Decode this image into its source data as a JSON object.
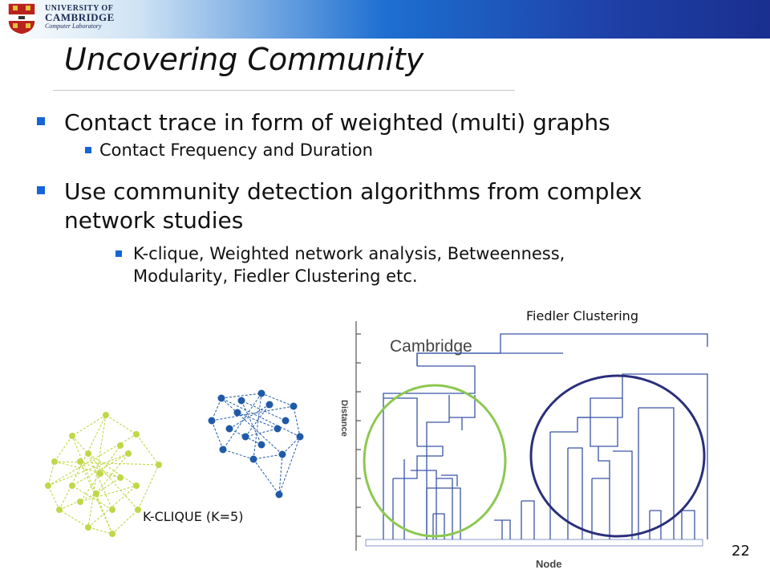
{
  "header": {
    "uni_line1": "UNIVERSITY OF",
    "uni_line2": "CAMBRIDGE",
    "uni_line3": "Computer Laboratory"
  },
  "title": "Uncovering Community",
  "bullets": [
    {
      "text": "Contact trace in form of weighted (multi) graphs",
      "sub": [
        "Contact Frequency and Duration"
      ]
    },
    {
      "text_line1": "Use community detection algorithms from complex",
      "text_line2": "network studies",
      "sub_line1": "K-clique, Weighted network analysis, Betweenness,",
      "sub_line2": "Modularity, Fiedler Clustering etc."
    }
  ],
  "figures": {
    "fiedler_caption": "Fiedler Clustering",
    "kclique_caption": "K-CLIQUE (K=5)",
    "dendrogram_title": "Cambridge",
    "y_axis_label": "Distance",
    "x_axis_label": "Node"
  },
  "page_number": "22",
  "colors": {
    "bullet": "#1565d8",
    "green_graph": "#c2d64a",
    "blue_graph": "#1f5aa8",
    "dendro": "#3a55a8",
    "green_circle": "#8cc850",
    "navy_circle": "#2a2f7a"
  }
}
